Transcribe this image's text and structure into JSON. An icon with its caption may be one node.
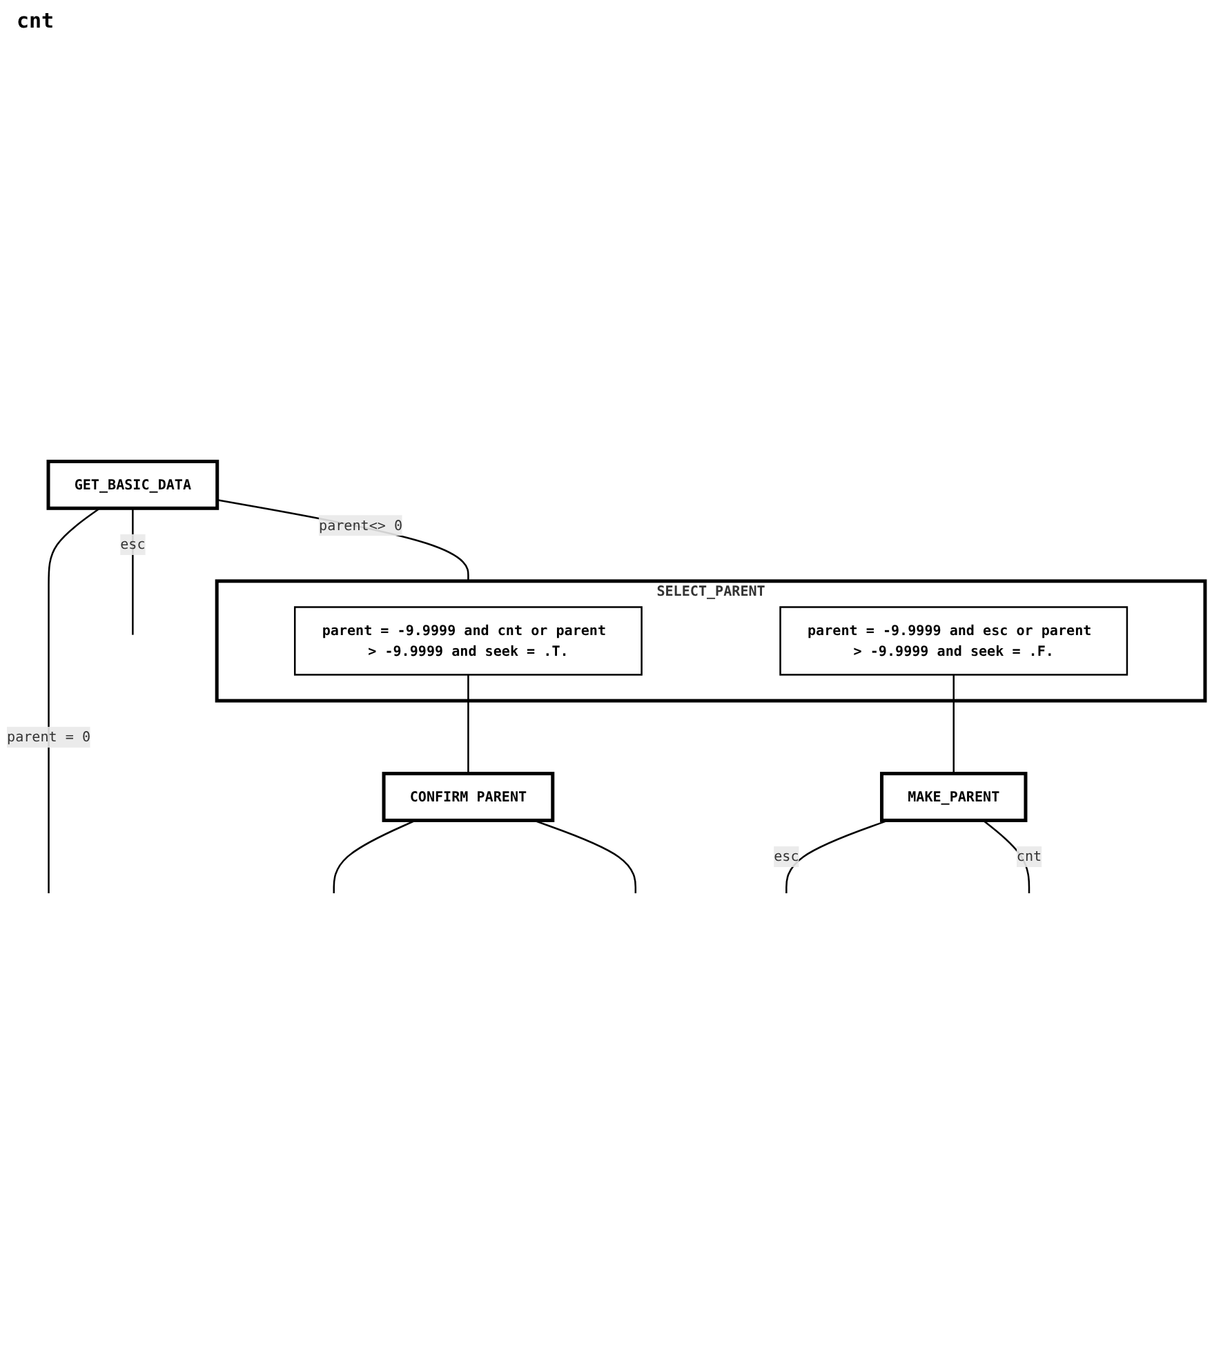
{
  "diagram": {
    "nodes": [
      {
        "text": [
          "GET_BASIC_DATA"
        ]
      },
      {
        "text": [
          "SELECT_PARENT"
        ]
      },
      {
        "text": [
          "parent = -9.9999 and cnt or parent > -9.9999 and seek = .T."
        ],
        "in": 1
      },
      {
        "text": [
          "parent = -9.9999 and esc or parent > -9.9999 and seek = .F."
        ],
        "in": 1
      },
      {
        "text": [
          "MAKE_PARENT"
        ]
      },
      {
        "text": [
          "CONFIRM PARENT"
        ]
      }
    ],
    "edges": [
      {
        "from": 0,
        "to": null,
        "label": "esc",
        "arrow": "none"
      },
      {
        "from": 0,
        "to": null,
        "label": "parent = 0",
        "arrow": "none"
      },
      {
        "from": 0,
        "to": 1,
        "label": "parent<> 0",
        "arrow": "none"
      },
      {
        "from": 2,
        "to": 5,
        "arrow": "none"
      },
      {
        "from": 3,
        "to": 4,
        "arrow": "none"
      },
      {
        "from": 4,
        "to": null,
        "label": "esc",
        "arrow": "none"
      },
      {
        "from": 5,
        "to": null,
        "arrow": "none"
      },
      {
        "from": 4,
        "to": null,
        "label": "cnt",
        "arrow": "none"
      },
      {
        "from": 5,
        "to": null,
        "arrow": "none"
      }
    ],
    "labels": [
      "cnt"
    ]
  }
}
